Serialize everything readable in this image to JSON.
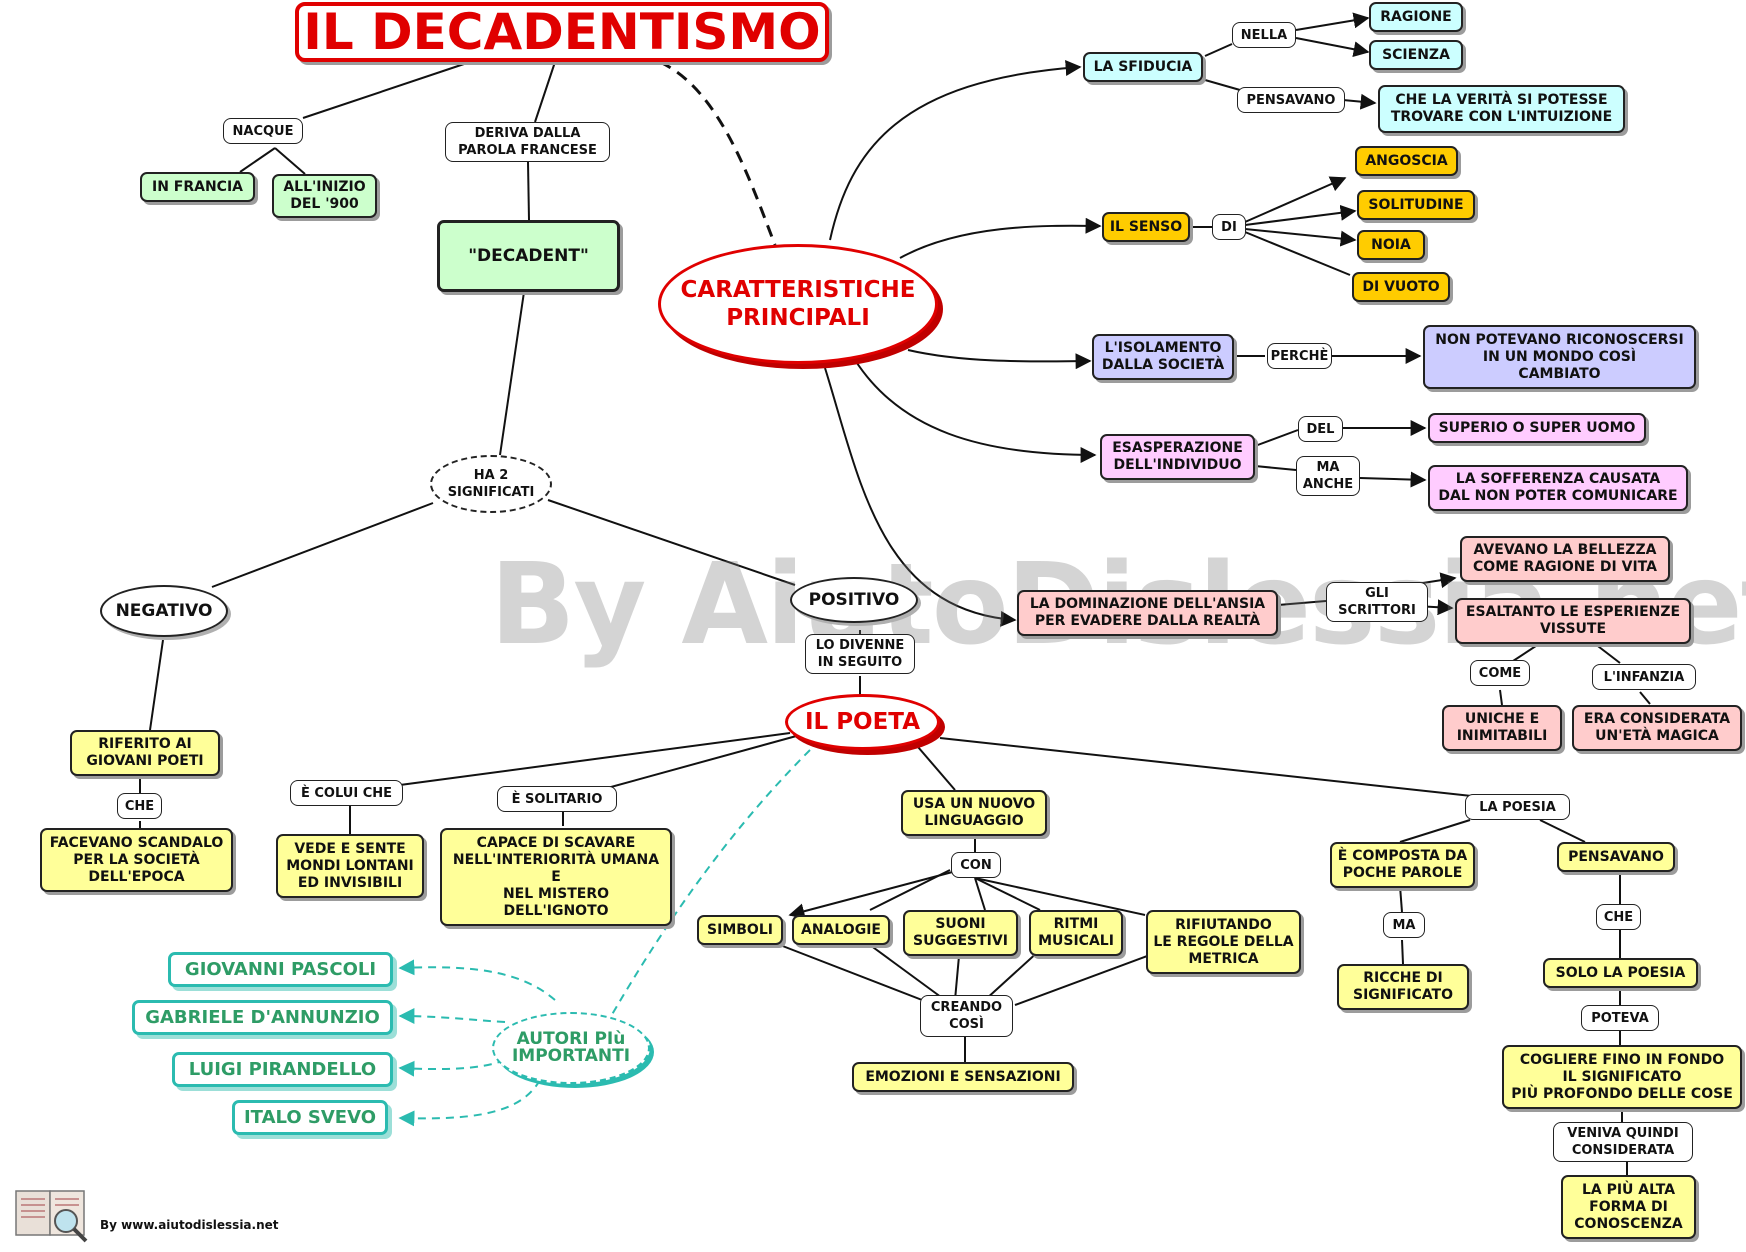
{
  "title": "IL DECADENTISMO",
  "watermark": "By AiutoDislessia.net",
  "footer": "By www.aiutodislessia.net",
  "nodes": {
    "nacque": "NACQUE",
    "in_francia": "IN FRANCIA",
    "all_inizio": "ALL'INIZIO\nDEL '900",
    "deriva": "DERIVA DALLA\nPAROLA FRANCESE",
    "decadent": "\"DECADENT\"",
    "ha2": "HA 2\nSIGNIFICATI",
    "negativo": "NEGATIVO",
    "positivo": "POSITIVO",
    "riferito": "RIFERITO AI\nGIOVANI POETI",
    "che_neg": "CHE",
    "facevano": "FACEVANO SCANDALO\nPER LA SOCIETÀ\nDELL'EPOCA",
    "lo_divenne": "LO DIVENNE\nIN SEGUITO",
    "il_poeta": "IL POETA",
    "e_colui": "È COLUI CHE",
    "vede": "VEDE E SENTE\nMONDI LONTANI\nED INVISIBILI",
    "e_solitario": "È SOLITARIO",
    "capace": "CAPACE DI SCAVARE\nNELL'INTERIORITÀ UMANA\nE\nNEL MISTERO\nDELL'IGNOTO",
    "usa": "USA UN NUOVO\nLINGUAGGIO",
    "con": "CON",
    "simboli": "SIMBOLI",
    "analogie": "ANALOGIE",
    "suoni": "SUONI\nSUGGESTIVI",
    "ritmi": "RITMI\nMUSICALI",
    "rifiutando": "RIFIUTANDO\nLE REGOLE DELLA\nMETRICA",
    "creando": "CREANDO\nCOSÌ",
    "emozioni": "EMOZIONI E SENSAZIONI",
    "la_poesia": "LA POESIA",
    "composta": "È COMPOSTA DA\nPOCHE PAROLE",
    "ma": "MA",
    "ricche": "RICCHE DI\nSIGNIFICATO",
    "pensavano2": "PENSAVANO",
    "che2": "CHE",
    "solo_poesia": "SOLO LA POESIA",
    "poteva": "POTEVA",
    "cogliere": "COGLIERE FINO IN FONDO\nIL SIGNIFICATO\nPIÙ PROFONDO DELLE COSE",
    "veniva": "VENIVA QUINDI\nCONSIDERATA",
    "piu_alta": "LA PIÙ ALTA\nFORMA DI\nCONOSCENZA",
    "caratteristiche": "CARATTERISTICHE\nPRINCIPALI",
    "sfiducia": "LA SFIDUCIA",
    "nella": "NELLA",
    "ragione": "RAGIONE",
    "scienza": "SCIENZA",
    "pensavano1": "PENSAVANO",
    "verita": "CHE LA VERITÀ SI POTESSE\nTROVARE CON L'INTUIZIONE",
    "senso": "IL SENSO",
    "di": "DI",
    "angoscia": "ANGOSCIA",
    "solitudine": "SOLITUDINE",
    "noia": "NOIA",
    "vuoto": "DI VUOTO",
    "isolamento": "L'ISOLAMENTO\nDALLA SOCIETÀ",
    "perche": "PERCHÈ",
    "non_potevano": "NON POTEVANO RICONOSCERSI\nIN UN MONDO COSÌ\nCAMBIATO",
    "esasperazione": "ESASPERAZIONE\nDELL'INDIVIDUO",
    "del": "DEL",
    "superio": "SUPERIO O SUPER UOMO",
    "ma_anche": "MA\nANCHE",
    "sofferenza": "LA SOFFERENZA CAUSATA\nDAL NON POTER COMUNICARE",
    "dominazione": "LA DOMINAZIONE DELL'ANSIA\nPER EVADERE DALLA REALTÀ",
    "gli_scrittori": "GLI\nSCRITTORI",
    "avevano": "AVEVANO LA BELLEZZA\nCOME RAGIONE DI VITA",
    "esaltando": "ESALTANTO LE ESPERIENZE\nVISSUTE",
    "come": "COME",
    "infanzia": "L'INFANZIA",
    "uniche": "UNICHE E\nINIMITABILI",
    "era_considerata": "ERA CONSIDERATA\nUN'ETÀ MAGICA",
    "autori": "AUTORI PIù\nIMPORTANTI",
    "pascoli": "GIOVANNI PASCOLI",
    "dannunzio": "GABRIELE D'ANNUNZIO",
    "pirandello": "LUIGI PIRANDELLO",
    "svevo": "ITALO SVEVO"
  }
}
